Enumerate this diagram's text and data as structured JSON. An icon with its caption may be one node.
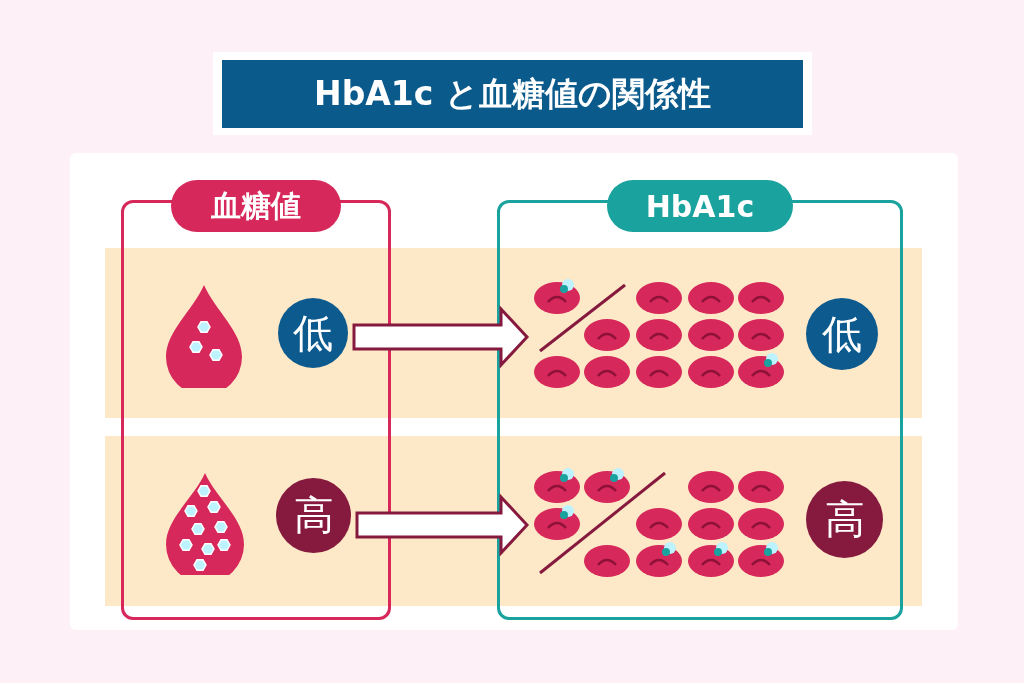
{
  "diagram": {
    "title": "HbA1c と血糖値の関係性",
    "nodes": [
      {
        "text": [
          "血糖値"
        ]
      },
      {
        "text": [],
        "shape": "picture",
        "in": 0
      },
      {
        "text": [
          "低"
        ],
        "in": 0
      },
      {
        "text": [],
        "shape": "picture",
        "in": 0
      },
      {
        "text": [
          "高"
        ],
        "in": 0
      },
      {
        "text": [
          "HbA1c"
        ]
      },
      {
        "text": [],
        "shape": "picture",
        "in": 5
      },
      {
        "text": [
          "低"
        ],
        "in": 5
      },
      {
        "text": [],
        "shape": "picture",
        "in": 5
      },
      {
        "text": [
          "高"
        ],
        "in": 5
      }
    ],
    "edges": [
      {
        "from": 2,
        "to": 6,
        "arrow": "to"
      },
      {
        "from": 4,
        "to": 8,
        "arrow": "to"
      }
    ]
  }
}
